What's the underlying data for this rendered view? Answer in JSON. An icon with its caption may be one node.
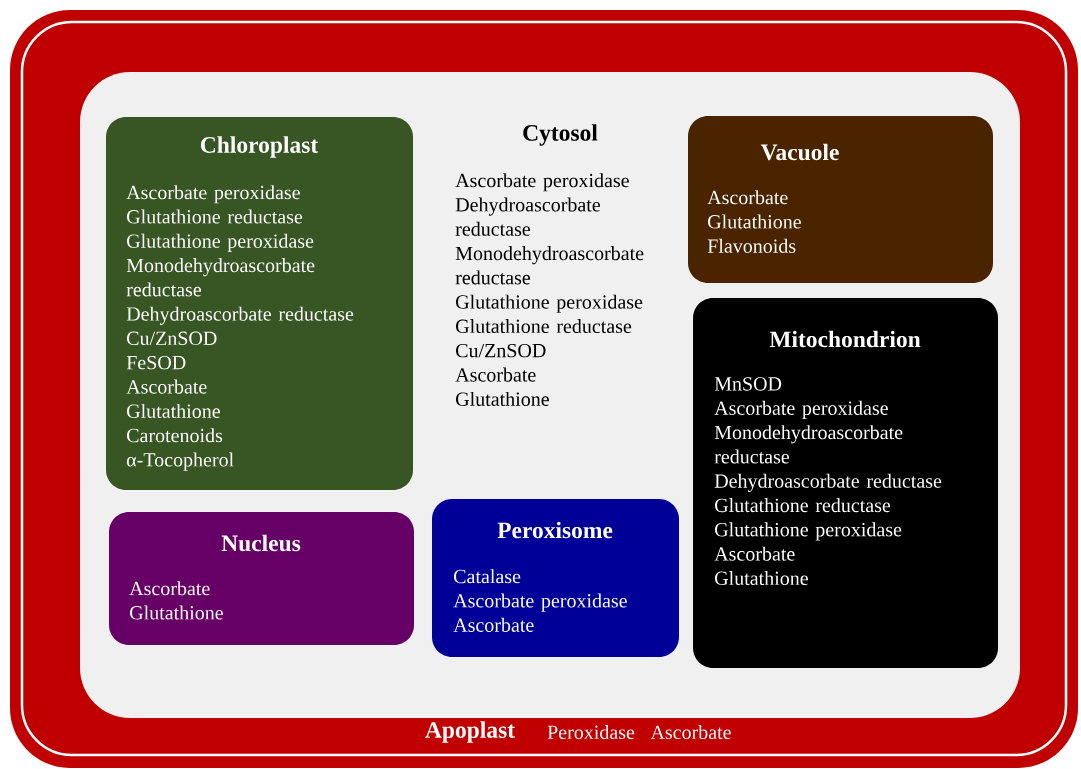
{
  "diagram": {
    "nodes": [
      {
        "text": [
          "Apoplast",
          "Peroxidase",
          "Ascorbate"
        ]
      },
      {
        "text": [
          "Cytosol",
          "Ascorbate peroxidase",
          "Dehydroascorbate reductase",
          "Monodehydroascorbate reductase",
          "Glutathione peroxidase",
          "Glutathione reductase",
          "Cu/ZnSOD",
          "Ascorbate",
          "Glutathione"
        ],
        "in": 0
      },
      {
        "text": [
          "Chloroplast",
          "Ascorbate peroxidase",
          "Glutathione reductase",
          "Glutathione peroxidase",
          "Monodehydroascorbate reductase",
          "Dehydroascorbate reductase",
          "Cu/ZnSOD",
          "FeSOD",
          "Ascorbate",
          "Glutathione",
          "Carotenoids",
          "α-Tocopherol"
        ],
        "in": 1
      },
      {
        "text": [
          "Vacuole",
          "Ascorbate",
          "Glutathione",
          "Flavonoids"
        ],
        "in": 1
      },
      {
        "text": [
          "Mitochondrion",
          "MnSOD",
          "Ascorbate peroxidase",
          "Monodehydroascorbate reductase",
          "Dehydroascorbate reductase",
          "Glutathione reductase",
          "Glutathione peroxidase",
          "Ascorbate",
          "Glutathione"
        ],
        "in": 1
      },
      {
        "text": [
          "Nucleus",
          "Ascorbate",
          "Glutathione"
        ],
        "in": 1
      },
      {
        "text": [
          "Peroxisome",
          "Catalase",
          "Ascorbate peroxidase",
          "Ascorbate"
        ],
        "in": 1
      }
    ]
  }
}
